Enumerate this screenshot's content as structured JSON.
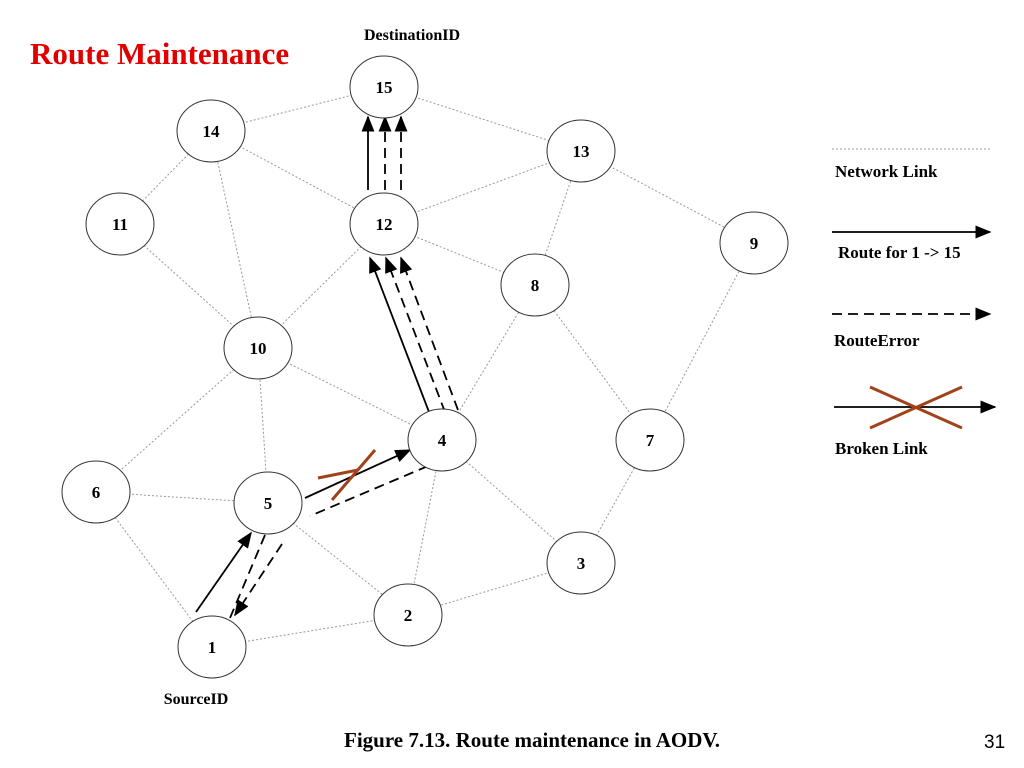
{
  "slide": {
    "title": "Route Maintenance",
    "caption": "Figure 7.13. Route maintenance in AODV.",
    "page_number": "31"
  },
  "diagram": {
    "source_label": "SourceID",
    "destination_label": "DestinationID",
    "nodes": [
      "15",
      "14",
      "13",
      "11",
      "12",
      "9",
      "8",
      "10",
      "4",
      "7",
      "6",
      "5",
      "3",
      "2",
      "1"
    ],
    "network_links": [
      [
        "14",
        "15"
      ],
      [
        "15",
        "13"
      ],
      [
        "14",
        "11"
      ],
      [
        "14",
        "12"
      ],
      [
        "14",
        "10"
      ],
      [
        "11",
        "10"
      ],
      [
        "12",
        "13"
      ],
      [
        "12",
        "8"
      ],
      [
        "12",
        "10"
      ],
      [
        "13",
        "9"
      ],
      [
        "13",
        "8"
      ],
      [
        "8",
        "4"
      ],
      [
        "8",
        "7"
      ],
      [
        "9",
        "7"
      ],
      [
        "10",
        "6"
      ],
      [
        "10",
        "5"
      ],
      [
        "10",
        "4"
      ],
      [
        "6",
        "5"
      ],
      [
        "6",
        "1"
      ],
      [
        "5",
        "2"
      ],
      [
        "4",
        "3"
      ],
      [
        "4",
        "2"
      ],
      [
        "7",
        "3"
      ],
      [
        "3",
        "2"
      ],
      [
        "2",
        "1"
      ],
      [
        "4",
        "5"
      ]
    ],
    "route": [
      "1",
      "5",
      "4",
      "12",
      "15"
    ],
    "route_error": [
      "4",
      "5",
      "1"
    ],
    "route_error_to_destination": [
      "4",
      "12",
      "15"
    ],
    "broken_link": [
      "5",
      "4"
    ]
  },
  "legend": {
    "network_link": "Network Link",
    "route": "Route for 1 -> 15",
    "route_error": "RouteError",
    "broken_link": "Broken Link"
  },
  "colors": {
    "title": "#e00000",
    "broken_cross": "#a0421a",
    "node_stroke": "#333333",
    "network_link": "#999999"
  }
}
